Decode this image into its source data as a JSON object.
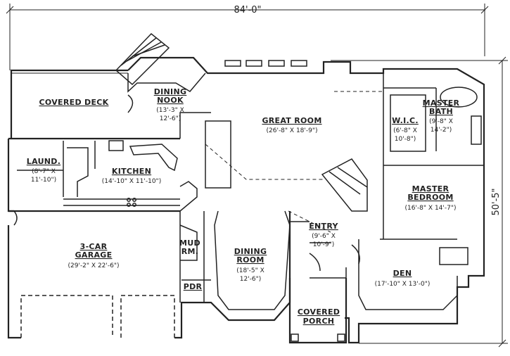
{
  "dimensions": {
    "overall_width": "84'-0\"",
    "overall_depth": "50'-5\""
  },
  "rooms": {
    "covered_deck": {
      "name": "COVERED DECK"
    },
    "dining_nook": {
      "name_line1": "DINING",
      "name_line2": "NOOK",
      "size_line1": "(13'-3\" X",
      "size_line2": "12'-6\")"
    },
    "great_room": {
      "name": "GREAT ROOM",
      "size": "(26'-8\" X 18'-9\")"
    },
    "master_bath": {
      "name_line1": "MASTER",
      "name_line2": "BATH",
      "size_line1": "(9'-8\" X",
      "size_line2": "14'-2\")"
    },
    "wic": {
      "name": "W.I.C.",
      "size_line1": "(6'-8\" X",
      "size_line2": "10'-8\")"
    },
    "laundry": {
      "name": "LAUND.",
      "size_line1": "(8'-7\" X",
      "size_line2": "11'-10\")"
    },
    "kitchen": {
      "name": "KITCHEN",
      "size": "(14'-10\" X 11'-10\")"
    },
    "master_bedroom": {
      "name_line1": "MASTER",
      "name_line2": "BEDROOM",
      "size": "(16'-8\" X 14'-7\")"
    },
    "garage": {
      "name_line1": "3-CAR",
      "name_line2": "GARAGE",
      "size": "(29'-2\" X 22'-6\")"
    },
    "mud_room": {
      "name_line1": "MUD",
      "name_line2": "RM."
    },
    "powder": {
      "name": "PDR"
    },
    "dining_room": {
      "name_line1": "DINING",
      "name_line2": "ROOM",
      "size_line1": "(18'-5\" X",
      "size_line2": "12'-6\")"
    },
    "entry": {
      "name": "ENTRY",
      "size_line1": "(9'-6\" X",
      "size_line2": "10'-9\")"
    },
    "den": {
      "name": "DEN",
      "size": "(17'-10\" X 13'-0\")"
    },
    "covered_porch": {
      "name_line1": "COVERED",
      "name_line2": "PORCH"
    }
  }
}
